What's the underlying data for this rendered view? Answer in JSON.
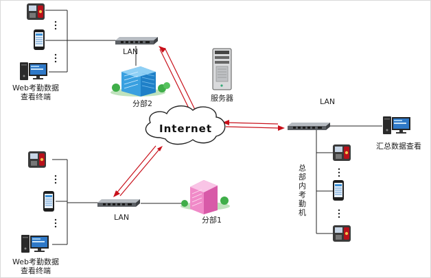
{
  "labels": {
    "lan_top": "LAN",
    "lan_bottom": "LAN",
    "lan_right": "LAN",
    "web_top": [
      "Web考勤数据",
      "查看终端"
    ],
    "web_bottom": [
      "Web考勤数据",
      "查看终端"
    ],
    "branch2": "分部2",
    "branch1": "分部1",
    "server": "服务器",
    "internet": "Internet",
    "hq_terminals": "总部内考勤机",
    "summary": "汇总数据查看"
  },
  "colors": {
    "arrow": "#c8101a",
    "line": "#222222",
    "building_blue": "#3aa0e0",
    "building_pink": "#f08ac8",
    "tree": "#3fae49"
  }
}
